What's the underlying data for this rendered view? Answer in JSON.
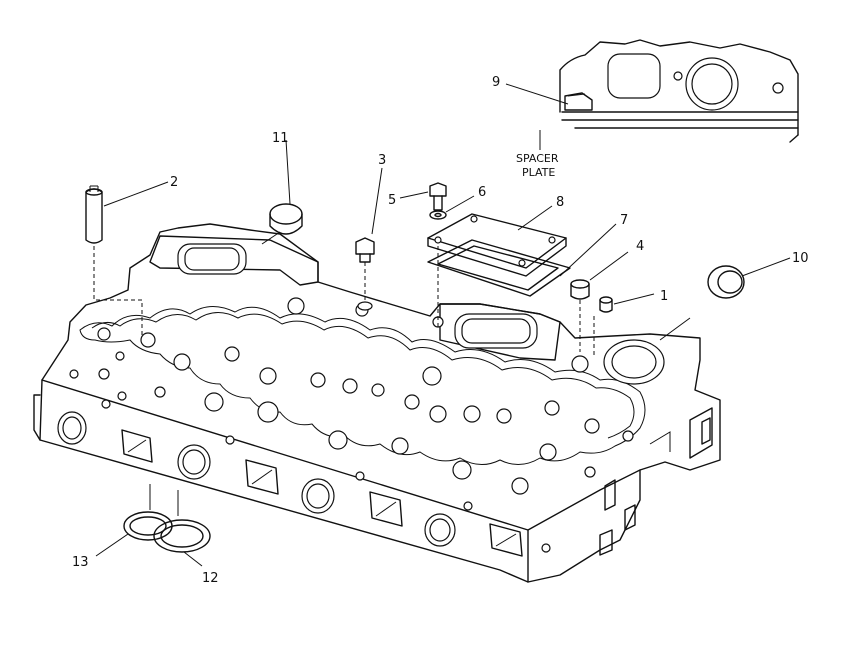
{
  "callouts": [
    {
      "id": "c1",
      "label": "1"
    },
    {
      "id": "c2",
      "label": "2"
    },
    {
      "id": "c3",
      "label": "3"
    },
    {
      "id": "c4",
      "label": "4"
    },
    {
      "id": "c5",
      "label": "5"
    },
    {
      "id": "c6",
      "label": "6"
    },
    {
      "id": "c7",
      "label": "7"
    },
    {
      "id": "c8",
      "label": "8"
    },
    {
      "id": "c9",
      "label": "9"
    },
    {
      "id": "c10",
      "label": "10"
    },
    {
      "id": "c11",
      "label": "11"
    },
    {
      "id": "c12",
      "label": "12"
    },
    {
      "id": "c13",
      "label": "13"
    }
  ],
  "inset": {
    "label_line1": "SPACER",
    "label_line2": "PLATE"
  }
}
